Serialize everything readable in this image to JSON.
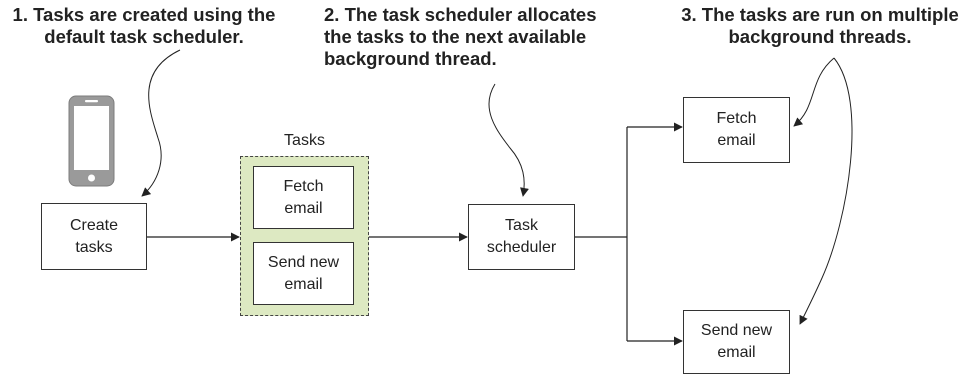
{
  "annotations": {
    "step1": [
      "1. Tasks are created using the",
      "default task scheduler."
    ],
    "step2": [
      "2. The task scheduler allocates",
      "the tasks to the next available",
      "background thread."
    ],
    "step3": [
      "3. The tasks are run on multiple",
      "background threads."
    ]
  },
  "boxes": {
    "create_tasks": [
      "Create",
      "tasks"
    ],
    "tasks_group_label": "Tasks",
    "fetch_email_task": [
      "Fetch",
      "email"
    ],
    "send_email_task": [
      "Send new",
      "email"
    ],
    "task_scheduler": [
      "Task",
      "scheduler"
    ],
    "fetch_email_thread": [
      "Fetch",
      "email"
    ],
    "send_email_thread": [
      "Send new",
      "email"
    ]
  },
  "colors": {
    "tasks_group_fill": "#dde9c2",
    "stroke": "#333333",
    "phone_body": "#9a9a9a",
    "phone_screen": "#ffffff"
  }
}
